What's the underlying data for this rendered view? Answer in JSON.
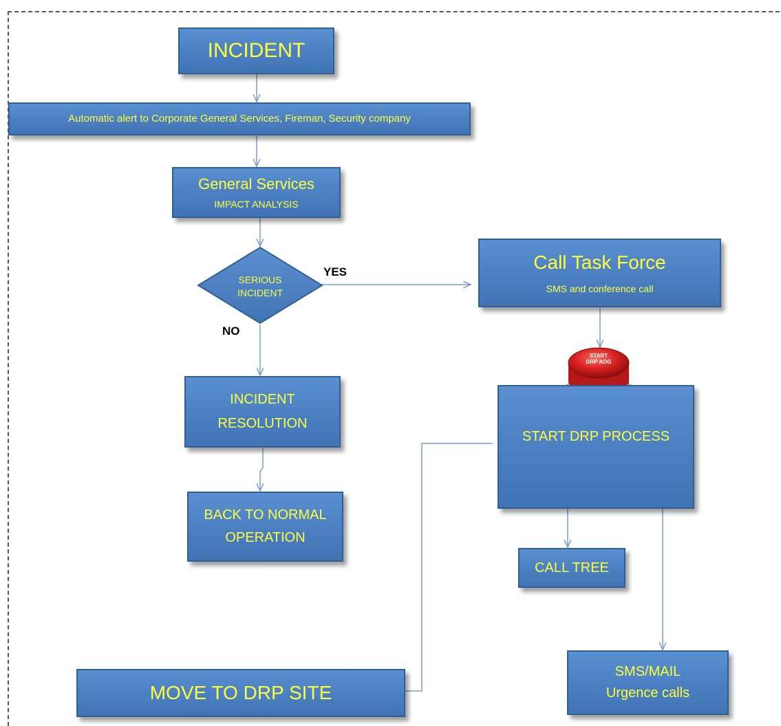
{
  "nodes": {
    "incident": "INCIDENT",
    "alert": "Automatic alert to Corporate General Services, Fireman, Security company",
    "general_services": {
      "title": "General Services",
      "subtitle": "IMPACT ANALYSIS"
    },
    "decision": {
      "line1": "SERIOUS",
      "line2": "INCIDENT"
    },
    "resolution": {
      "line1": "INCIDENT",
      "line2": "RESOLUTION"
    },
    "back_to_normal": {
      "line1": "BACK TO NORMAL",
      "line2": "OPERATION"
    },
    "task_force": {
      "title": "Call Task Force",
      "subtitle": "SMS and conference call"
    },
    "start_button": {
      "line1": "START",
      "line2": "DRP AOG"
    },
    "drp_process": "START DRP PROCESS",
    "call_tree": "CALL TREE",
    "sms_mail": {
      "line1": "SMS/MAIL",
      "line2": "Urgence calls"
    },
    "move_site": "MOVE TO DRP SITE"
  },
  "edge_labels": {
    "yes": "YES",
    "no": "NO"
  },
  "colors": {
    "box_fill": "#4a7fc1",
    "box_border": "#2f5f97",
    "text": "#ffff3d",
    "button_red": "#d42020"
  }
}
